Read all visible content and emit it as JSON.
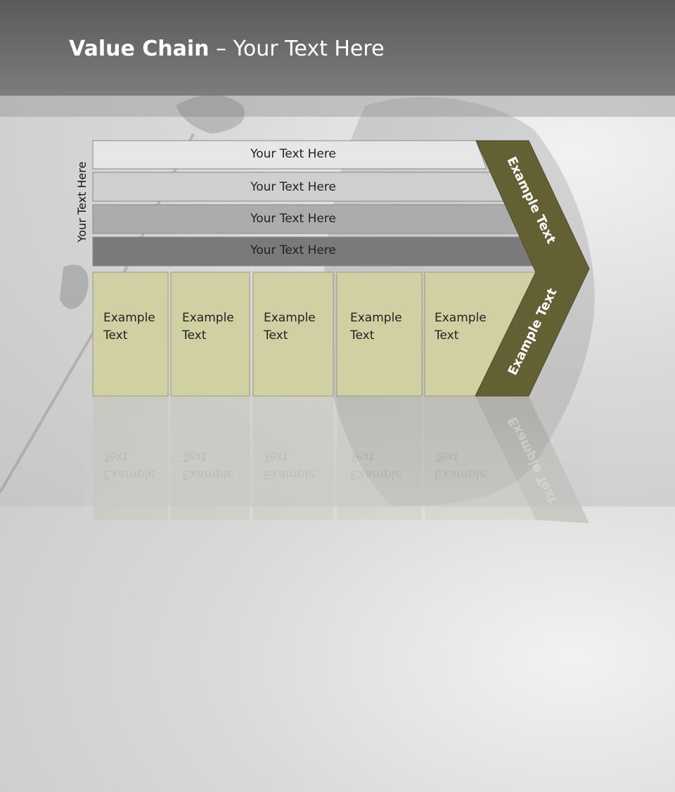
{
  "title": {
    "bold": "Value Chain",
    "rest": " – Your Text Here"
  },
  "vertical_label": "Your Text Here",
  "bars": [
    {
      "text": "Your Text Here",
      "color": "#e7e7e7"
    },
    {
      "text": "Your Text Here",
      "color": "#cfcfcf"
    },
    {
      "text": "Your Text Here",
      "color": "#acacac"
    },
    {
      "text": "Your Text Here",
      "color": "#7a7a7a"
    }
  ],
  "boxes": [
    {
      "line1": "Example",
      "line2": "Text"
    },
    {
      "line1": "Example",
      "line2": "Text"
    },
    {
      "line1": "Example",
      "line2": "Text"
    },
    {
      "line1": "Example",
      "line2": "Text"
    },
    {
      "line1": "Example",
      "line2": "Text"
    }
  ],
  "chevron": {
    "upper_text": "Example Text",
    "lower_text": "Example Text",
    "color": "#636134"
  },
  "colors": {
    "box_fill": "#d0d0a2",
    "header": "#6e6e6e"
  }
}
